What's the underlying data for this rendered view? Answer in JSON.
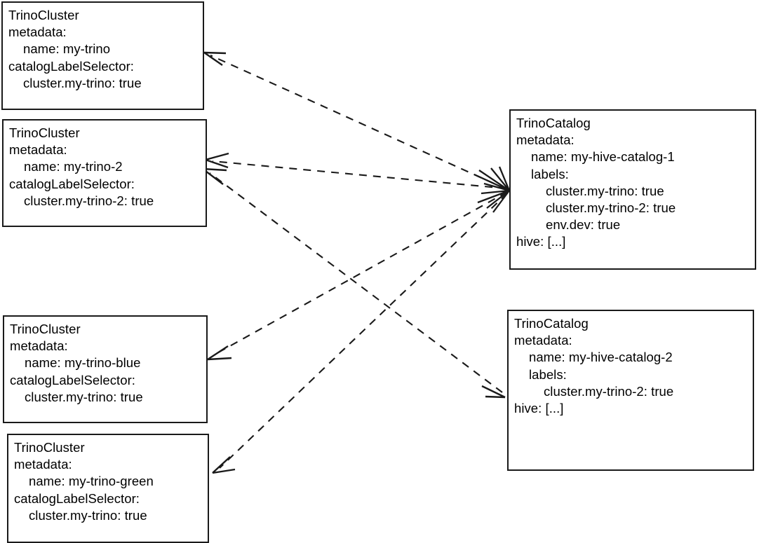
{
  "diagram": {
    "title": "TrinoCluster catalogLabelSelector to TrinoCatalog labels matching",
    "type": "entity-relationship-diagram",
    "colors": {
      "background": "#ffffff",
      "box_border": "#1a1a1a",
      "edge": "#1a1a1a",
      "text": "#000000"
    },
    "edge_style": "dashed-with-arrowhead",
    "nodes": [
      {
        "id": "trinocluster-my-trino",
        "kind": "TrinoCluster",
        "lines": [
          {
            "text": "TrinoCluster",
            "indent": 0
          },
          {
            "text": "metadata:",
            "indent": 0
          },
          {
            "text": "name: my-trino",
            "indent": 1
          },
          {
            "text": "catalogLabelSelector:",
            "indent": 0
          },
          {
            "text": "cluster.my-trino: true",
            "indent": 1
          }
        ]
      },
      {
        "id": "trinocluster-my-trino-2",
        "kind": "TrinoCluster",
        "lines": [
          {
            "text": "TrinoCluster",
            "indent": 0
          },
          {
            "text": "metadata:",
            "indent": 0
          },
          {
            "text": "name: my-trino-2",
            "indent": 1
          },
          {
            "text": "catalogLabelSelector:",
            "indent": 0
          },
          {
            "text": "cluster.my-trino-2: true",
            "indent": 1
          }
        ]
      },
      {
        "id": "trinocluster-my-trino-blue",
        "kind": "TrinoCluster",
        "lines": [
          {
            "text": "TrinoCluster",
            "indent": 0
          },
          {
            "text": "metadata:",
            "indent": 0
          },
          {
            "text": "name: my-trino-blue",
            "indent": 1
          },
          {
            "text": "catalogLabelSelector:",
            "indent": 0
          },
          {
            "text": "cluster.my-trino: true",
            "indent": 1
          }
        ]
      },
      {
        "id": "trinocluster-my-trino-green",
        "kind": "TrinoCluster",
        "lines": [
          {
            "text": "TrinoCluster",
            "indent": 0
          },
          {
            "text": "metadata:",
            "indent": 0
          },
          {
            "text": "name: my-trino-green",
            "indent": 1
          },
          {
            "text": "catalogLabelSelector:",
            "indent": 0
          },
          {
            "text": "cluster.my-trino: true",
            "indent": 1
          }
        ]
      },
      {
        "id": "trinocatalog-my-hive-catalog-1",
        "kind": "TrinoCatalog",
        "lines": [
          {
            "text": "TrinoCatalog",
            "indent": 0
          },
          {
            "text": "metadata:",
            "indent": 0
          },
          {
            "text": "name: my-hive-catalog-1",
            "indent": 1
          },
          {
            "text": "labels:",
            "indent": 1
          },
          {
            "text": "cluster.my-trino: true",
            "indent": 2
          },
          {
            "text": "cluster.my-trino-2: true",
            "indent": 2
          },
          {
            "text": "env.dev: true",
            "indent": 2
          },
          {
            "text": "hive: [...]",
            "indent": 0
          }
        ]
      },
      {
        "id": "trinocatalog-my-hive-catalog-2",
        "kind": "TrinoCatalog",
        "lines": [
          {
            "text": "TrinoCatalog",
            "indent": 0
          },
          {
            "text": "metadata:",
            "indent": 0
          },
          {
            "text": "name: my-hive-catalog-2",
            "indent": 1
          },
          {
            "text": "labels:",
            "indent": 1
          },
          {
            "text": "cluster.my-trino-2: true",
            "indent": 2
          },
          {
            "text": "hive: [...]",
            "indent": 0
          }
        ]
      }
    ],
    "edges": [
      {
        "from": "trinocatalog-my-hive-catalog-1",
        "to": "trinocluster-my-trino"
      },
      {
        "from": "trinocatalog-my-hive-catalog-1",
        "to": "trinocluster-my-trino-2"
      },
      {
        "from": "trinocatalog-my-hive-catalog-1",
        "to": "trinocluster-my-trino-blue"
      },
      {
        "from": "trinocatalog-my-hive-catalog-1",
        "to": "trinocluster-my-trino-green"
      },
      {
        "from": "trinocatalog-my-hive-catalog-2",
        "to": "trinocluster-my-trino-2"
      },
      {
        "from": "trinocluster-my-trino-blue",
        "to": "trinocatalog-my-hive-catalog-2"
      }
    ]
  }
}
